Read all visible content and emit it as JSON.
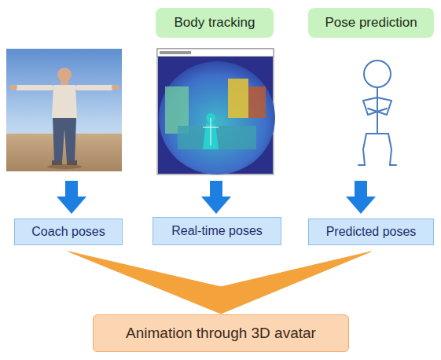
{
  "diagram": {
    "nodes": [
      {
        "text": [
          "Body tracking"
        ]
      },
      {
        "text": [
          "Pose prediction"
        ]
      },
      {
        "text": [
          "Coach poses"
        ]
      },
      {
        "text": [
          "Real-time poses"
        ]
      },
      {
        "text": [
          "Predicted poses"
        ]
      },
      {
        "text": [
          "Animation through 3D avatar"
        ]
      }
    ],
    "edges": [
      {
        "from": 2,
        "to": 5,
        "arrow": "to"
      },
      {
        "from": 3,
        "to": 5,
        "arrow": "to"
      },
      {
        "from": 4,
        "to": 5,
        "arrow": "to"
      }
    ]
  }
}
